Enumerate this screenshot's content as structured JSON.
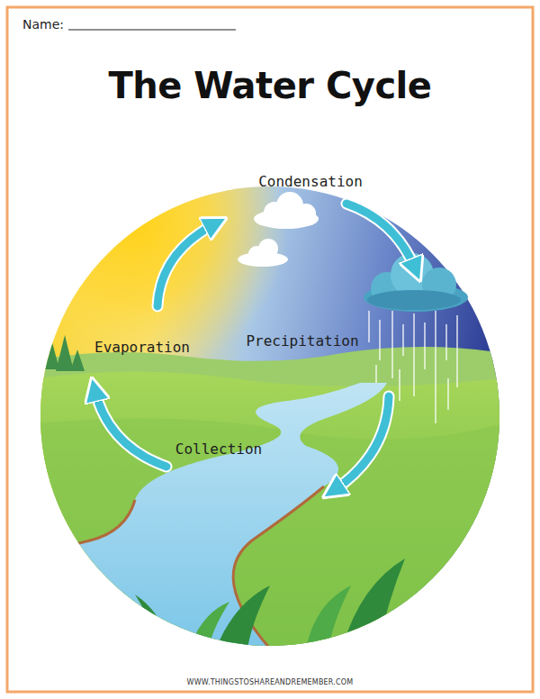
{
  "diagram": {
    "title": "The Water Cycle",
    "labels": [
      "Name:",
      "Condensation",
      "Evaporation",
      "Precipitation",
      "Collection",
      "WWW.THINGSTOSHAREANDREMEMBER.COM"
    ]
  }
}
